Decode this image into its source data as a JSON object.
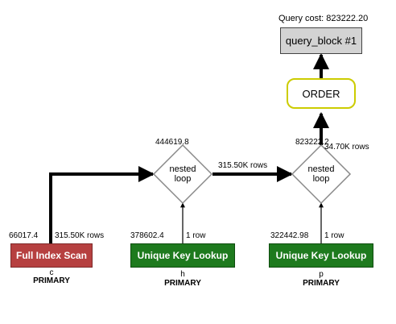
{
  "query_cost_label": "Query cost: 823222.20",
  "query_block": {
    "label": "query_block #1"
  },
  "order": {
    "label": "ORDER"
  },
  "nested_loop_1": {
    "label_line1": "nested",
    "label_line2": "loop",
    "cost": "444619.8"
  },
  "nested_loop_2": {
    "label_line1": "nested",
    "label_line2": "loop",
    "cost": "823222.2"
  },
  "table_c": {
    "op": "Full Index Scan",
    "cost": "66017.4",
    "rows": "315.50K rows",
    "alias": "c",
    "key": "PRIMARY",
    "color": "#b64040"
  },
  "table_h": {
    "op": "Unique Key Lookup",
    "cost": "378602.4",
    "rows": "1 row",
    "alias": "h",
    "key": "PRIMARY",
    "color": "#1e7a1e"
  },
  "table_p": {
    "op": "Unique Key Lookup",
    "cost": "322442.98",
    "rows": "1 row",
    "alias": "p",
    "key": "PRIMARY",
    "color": "#1e7a1e"
  },
  "edge_loop1_to_loop2": {
    "rows": "315.50K rows"
  },
  "edge_loop2_to_order": {
    "rows": "34.70K rows"
  }
}
